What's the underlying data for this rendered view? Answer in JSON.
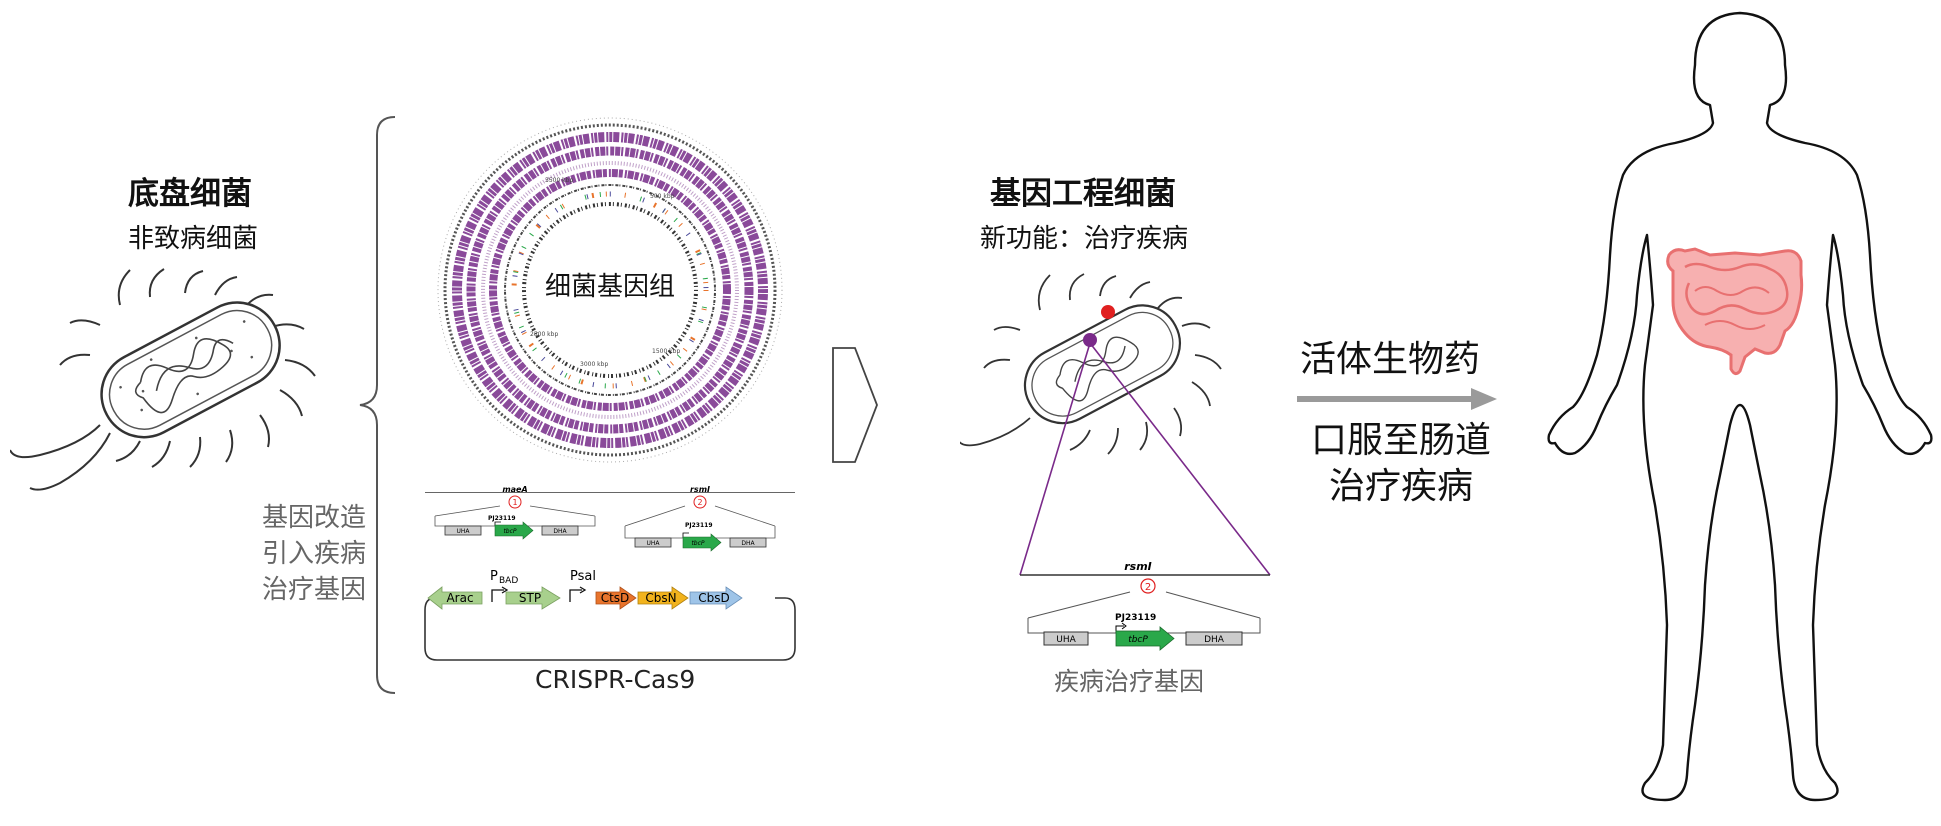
{
  "chassis": {
    "title": "底盘细菌",
    "subtitle": "非致病细菌",
    "modify_lines": [
      "基因改造",
      "引入疾病",
      "治疗基因"
    ]
  },
  "genome": {
    "label": "细菌基因组",
    "ticks": [
      "3500 kbp",
      "500 kbp",
      "1500 kbp",
      "2500 kbp",
      "3000 kbp"
    ]
  },
  "constructs": {
    "left": {
      "gene": "maeA",
      "num": "1",
      "promoter": "PJ23119",
      "parts": [
        "UHA",
        "tbcP",
        "DHA"
      ]
    },
    "right": {
      "gene": "rsmI",
      "num": "2",
      "promoter": "PJ23119",
      "parts": [
        "UHA",
        "tbcP",
        "DHA"
      ]
    }
  },
  "plasmid": {
    "promoters": [
      "P",
      "BAD",
      "Psal"
    ],
    "parts": [
      "Arac",
      "STP",
      "CtsD",
      "CbsN",
      "CbsD"
    ],
    "caption": "CRISPR-Cas9"
  },
  "engineered": {
    "title": "基因工程细菌",
    "subtitle": "新功能：治疗疾病",
    "zoom": {
      "gene": "rsmI",
      "num": "2",
      "promoter": "PJ23119",
      "parts": [
        "UHA",
        "tbcP",
        "DHA"
      ]
    },
    "caption": "疾病治疗基因"
  },
  "drug": {
    "label": "活体生物药",
    "route_lines": [
      "口服至肠道",
      "治疗疾病"
    ]
  },
  "colors": {
    "purple": "#8a4a9a",
    "green": "#2aa84a",
    "orange": "#e8742c",
    "yellow": "#f2b31d",
    "blue": "#9ec4e8",
    "lightgreen": "#a8d08d",
    "red": "#e02020",
    "intestine": "#f08a8a",
    "arrow": "#9a9a9a"
  }
}
